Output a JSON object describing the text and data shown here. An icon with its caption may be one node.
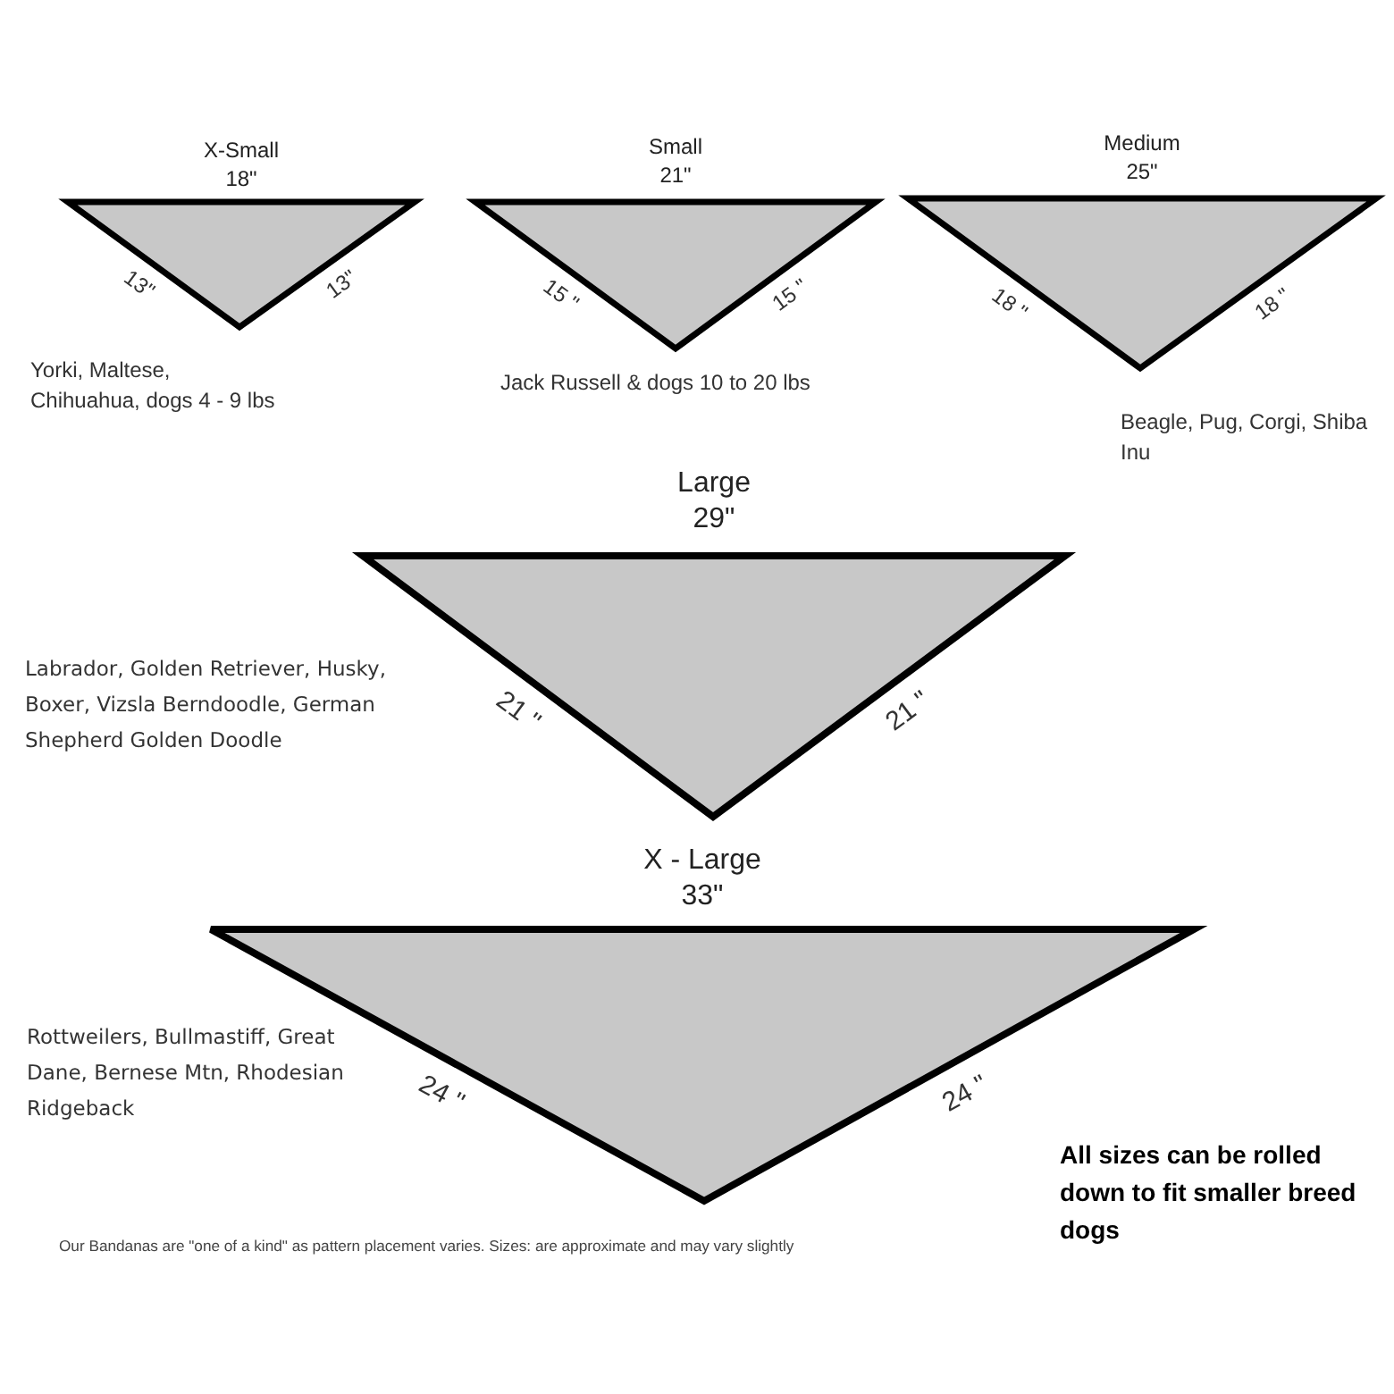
{
  "diagram": {
    "caption": "Our Bandanas are \"one of a kind\" as pattern placement varies. Sizes: are approximate and may vary slightly",
    "nodes": [
      {
        "text": [
          "X-Small",
          "18\""
        ],
        "beside": [
          "13\"",
          "13\"",
          "Yorki, Maltese, Chihuahua, dogs 4 - 9 lbs"
        ]
      },
      {
        "text": [
          "Small",
          "21\""
        ],
        "beside": [
          "15 \"",
          "15 \"",
          "Jack Russell & dogs 10 to 20 lbs"
        ]
      },
      {
        "text": [
          "Medium",
          "25\""
        ],
        "beside": [
          "18 \"",
          "18 \"",
          "Beagle, Pug, Corgi, Shiba Inu"
        ]
      },
      {
        "text": [
          "Large",
          "29\""
        ],
        "beside": [
          "21 \"",
          "21 \"",
          "Labrador, Golden Retriever, Husky, Boxer, Vizsla Berndoodle, German Shepherd Golden Doodle"
        ]
      },
      {
        "text": [
          "X - Large",
          "33\""
        ],
        "beside": [
          "24 \"",
          "24 \"",
          "Rottweilers, Bullmastiff, Great Dane, Bernese Mtn, Rhodesian Ridgeback"
        ]
      }
    ],
    "labels": [
      "All sizes can be rolled down to fit smaller breed dogs"
    ]
  }
}
